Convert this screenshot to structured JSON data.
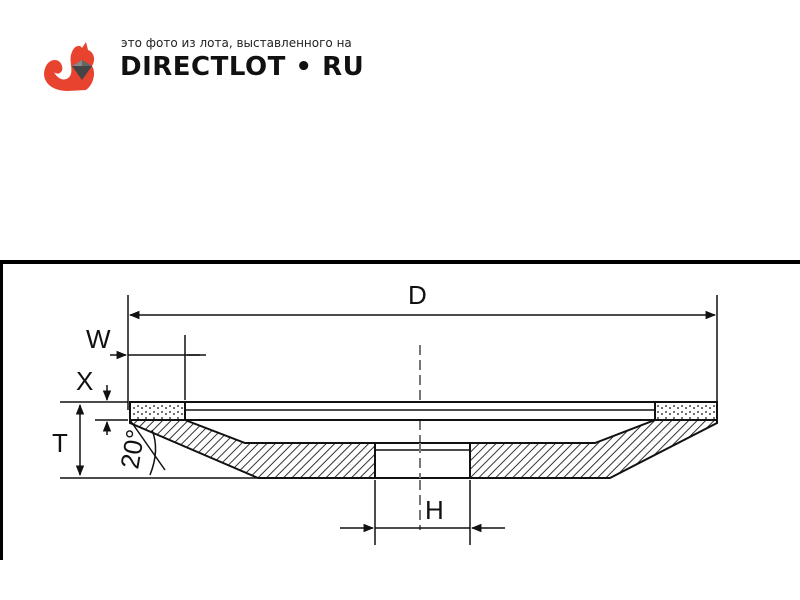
{
  "watermark": {
    "caption": "это фото из лота, выставленного на",
    "brand_left": "DIRECTLOT",
    "brand_dot": "•",
    "brand_right": "RU",
    "logo_icon": "squirrel-diamond-icon",
    "accent_color": "#e8432e"
  },
  "drawing": {
    "labels": {
      "D": "D",
      "W": "W",
      "X": "X",
      "T": "T",
      "H": "H",
      "angle": "20°"
    },
    "line_color": "#111111",
    "hatch_color": "#333333"
  }
}
